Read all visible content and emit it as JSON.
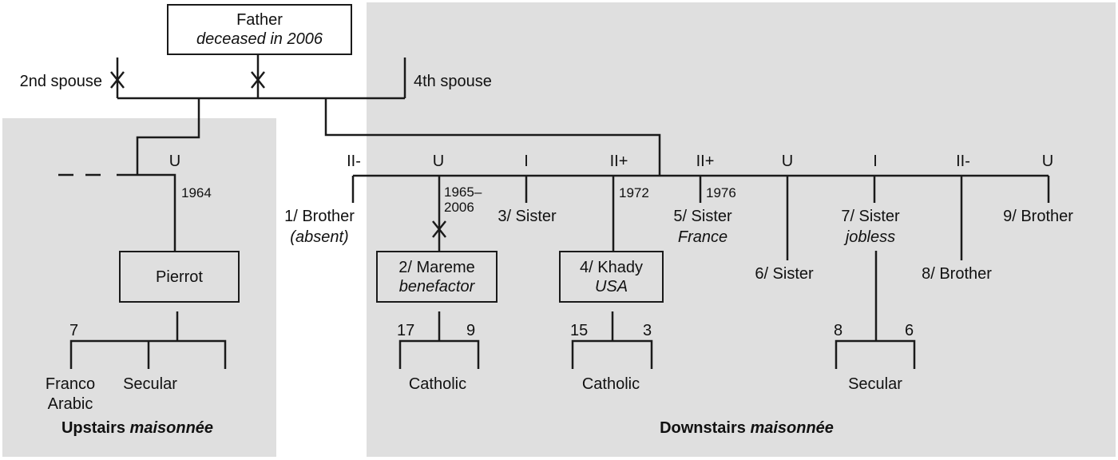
{
  "colors": {
    "panel": "#dfdfdf",
    "line": "#1a1a1a",
    "text": "#111111"
  },
  "father": {
    "name": "Father",
    "note": "deceased in 2006"
  },
  "spouses": {
    "second": {
      "label": "2nd spouse",
      "status": "divorced-cross-icon"
    },
    "third": {
      "label": "",
      "status": "divorced-cross-icon"
    },
    "fourth": {
      "label": "4th spouse"
    }
  },
  "upstairs": {
    "caption_bold": "Upstairs",
    "caption_italic": "maisonnée",
    "marriage_type": "U",
    "marriage_year": "1964",
    "person": "Pierrot",
    "children_count": "7",
    "schooling": [
      "Franco\nArabic",
      "Secular"
    ]
  },
  "downstairs": {
    "caption_bold": "Downstairs",
    "caption_italic": "maisonnée",
    "siblings": [
      {
        "type": "II-",
        "name": "1/ Brother",
        "note": "(absent)",
        "year": ""
      },
      {
        "type": "U",
        "name": "2/ Mareme",
        "note": "benefactor",
        "year": "1965–\n2006",
        "boxed": true
      },
      {
        "type": "I",
        "name": "3/ Sister",
        "note": "",
        "year": ""
      },
      {
        "type": "II+",
        "name": "4/ Khady",
        "note": "USA",
        "year": "1972",
        "boxed": true
      },
      {
        "type": "II+",
        "name": "5/ Sister",
        "note": "France",
        "year": "1976"
      },
      {
        "type": "U",
        "name": "6/ Sister",
        "note": "",
        "year": ""
      },
      {
        "type": "I",
        "name": "7/ Sister",
        "note": "jobless",
        "year": ""
      },
      {
        "type": "II-",
        "name": "8/ Brother",
        "note": "",
        "year": ""
      },
      {
        "type": "U",
        "name": "9/ Brother",
        "note": "",
        "year": ""
      }
    ],
    "families": [
      {
        "owner": "2/ Mareme",
        "left_count": "17",
        "right_count": "9",
        "schooling": "Catholic"
      },
      {
        "owner": "4/ Khady",
        "left_count": "15",
        "right_count": "3",
        "schooling": "Catholic"
      },
      {
        "owner": "7/ Sister",
        "left_count": "8",
        "right_count": "6",
        "schooling": "Secular"
      }
    ]
  }
}
